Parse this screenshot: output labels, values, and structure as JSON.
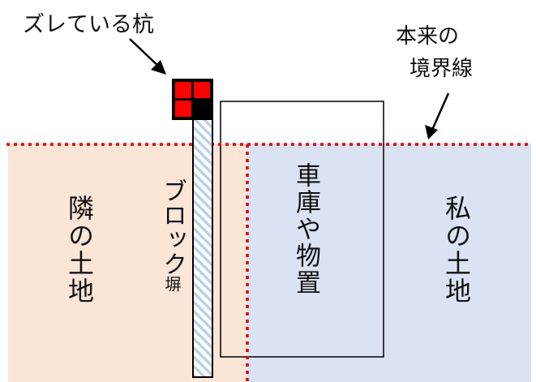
{
  "labels": {
    "shifted_pile": "ズレている杭",
    "original_boundary_1": "本来の",
    "original_boundary_2": "境界線",
    "neighbor_land": "隣の土地",
    "block_wall": "ブロック",
    "block_wall_suffix": "塀",
    "garage": "車庫や物置",
    "my_land": "私の土地"
  },
  "colors": {
    "neighbor_land": "#fbe5d6",
    "my_land": "#dae3f3",
    "boundary_line": "#e00000",
    "pile": "#ff0000"
  }
}
